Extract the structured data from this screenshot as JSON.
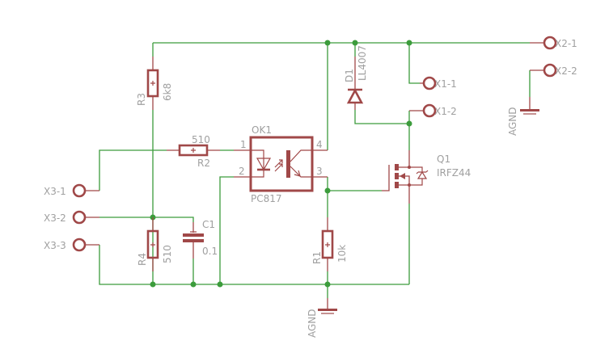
{
  "schematic": {
    "colors": {
      "wire": "#3c9c3c",
      "symbol": "#a04848",
      "text": "#a0a0a0",
      "background": "#ffffff"
    },
    "components": {
      "R3": {
        "name": "R3",
        "value": "6k8",
        "type": "resistor"
      },
      "R2": {
        "name": "R2",
        "value": "510",
        "type": "resistor"
      },
      "R4": {
        "name": "R4",
        "value": "510",
        "type": "resistor"
      },
      "R1": {
        "name": "R1",
        "value": "10k",
        "type": "resistor"
      },
      "C1": {
        "name": "C1",
        "value": "0.1",
        "type": "capacitor"
      },
      "OK1": {
        "name": "OK1",
        "value": "PC817",
        "type": "optocoupler",
        "pins": [
          "1",
          "2",
          "3",
          "4"
        ]
      },
      "D1": {
        "name": "D1",
        "value": "LL4007",
        "type": "diode"
      },
      "Q1": {
        "name": "Q1",
        "value": "IRFZ44",
        "type": "n-mosfet"
      }
    },
    "connectors": {
      "x3_1": "X3-1",
      "x3_2": "X3-2",
      "x3_3": "X3-3",
      "x1_1": "X1-1",
      "x1_2": "X1-2",
      "x2_1": "X2-1",
      "x2_2": "X2-2"
    },
    "ground_labels": {
      "gnd1": "AGND",
      "gnd2": "AGND"
    }
  }
}
